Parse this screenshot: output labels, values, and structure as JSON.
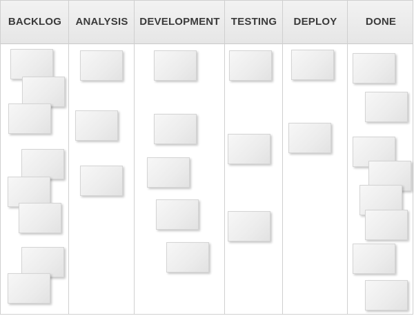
{
  "board": {
    "columns": [
      {
        "key": "backlog",
        "label": "BACKLOG",
        "card_count": 8
      },
      {
        "key": "analysis",
        "label": "ANALYSIS",
        "card_count": 3
      },
      {
        "key": "development",
        "label": "DEVELOPMENT",
        "card_count": 5
      },
      {
        "key": "testing",
        "label": "TESTING",
        "card_count": 3
      },
      {
        "key": "deploy",
        "label": "DEPLOY",
        "card_count": 2
      },
      {
        "key": "done",
        "label": "DONE",
        "card_count": 8
      }
    ]
  }
}
